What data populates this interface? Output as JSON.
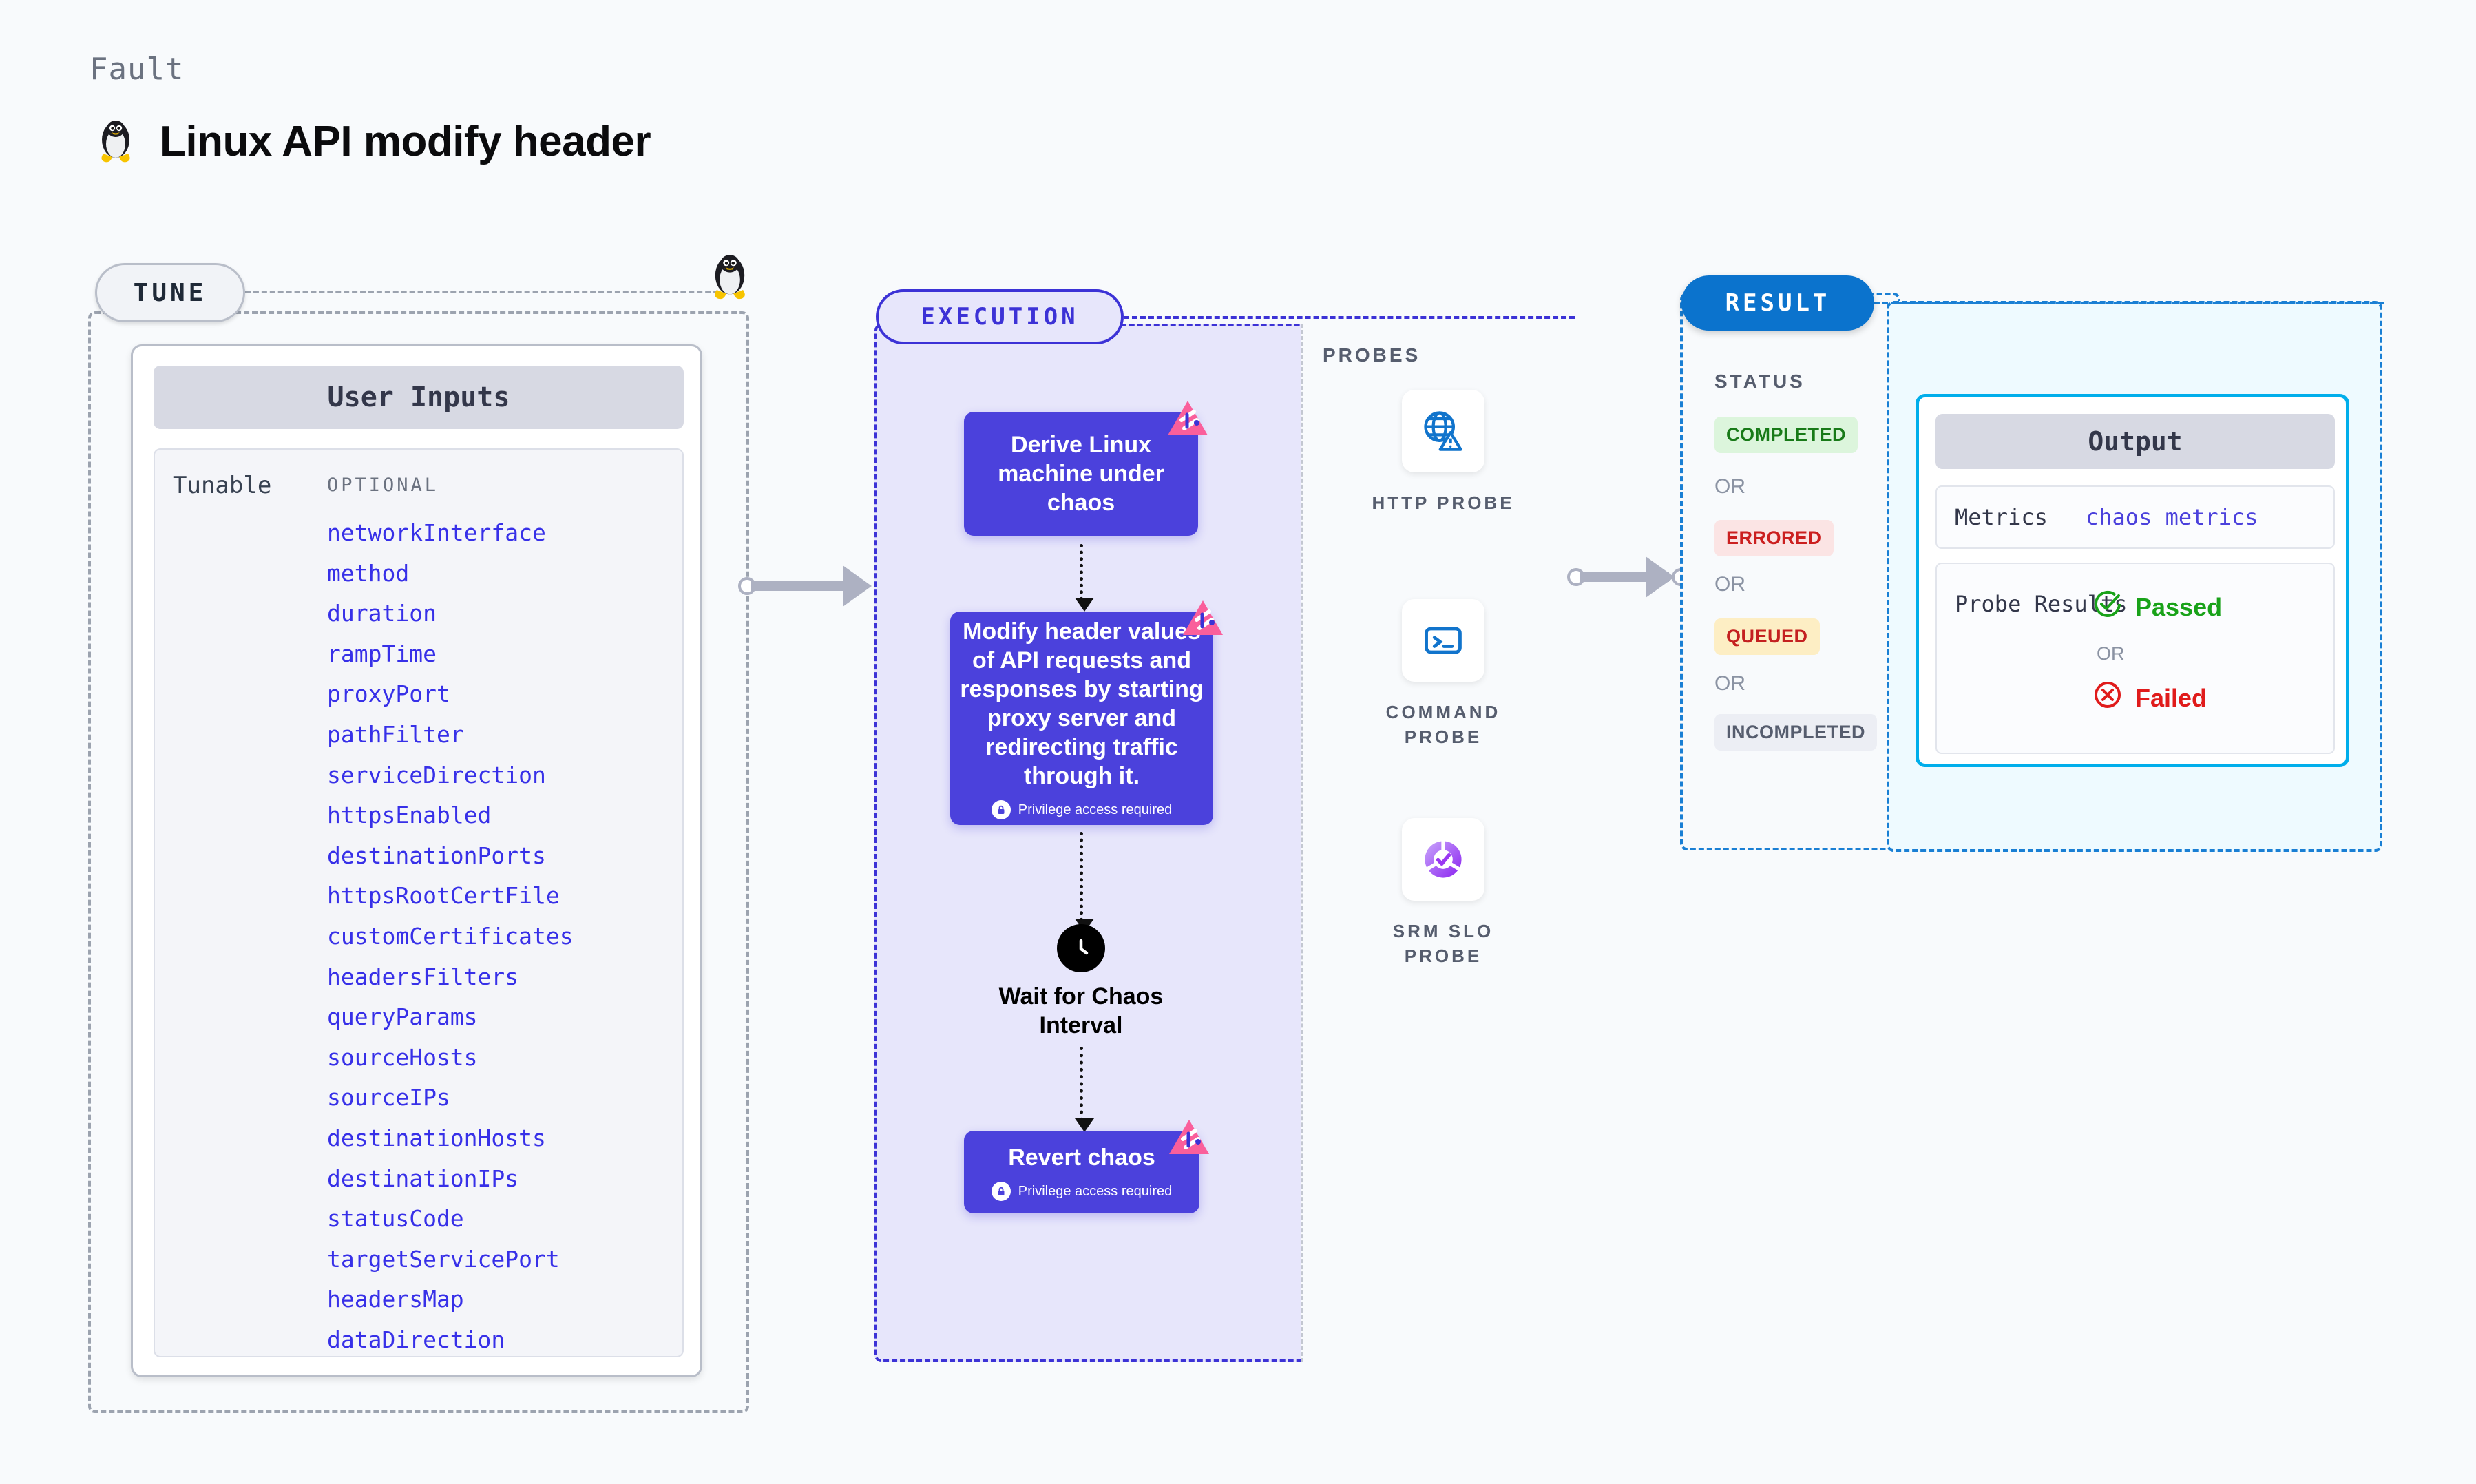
{
  "header": {
    "eyebrow": "Fault",
    "title": "Linux API modify header",
    "os_icon": "linux-penguin-icon"
  },
  "tune": {
    "pill_label": "TUNE",
    "card_title": "User Inputs",
    "tunable_label": "Tunable",
    "optional_label": "OPTIONAL",
    "params": [
      "networkInterface",
      "method",
      "duration",
      "rampTime",
      "proxyPort",
      "pathFilter",
      "serviceDirection",
      "httpsEnabled",
      "destinationPorts",
      "httpsRootCertFile",
      "customCertificates",
      "headersFilters",
      "queryParams",
      "sourceHosts",
      "sourceIPs",
      "destinationHosts",
      "destinationIPs",
      "statusCode",
      "targetServicePort",
      "headersMap",
      "dataDirection"
    ]
  },
  "execution": {
    "pill_label": "EXECUTION",
    "nodes": [
      {
        "text": "Derive Linux machine under chaos",
        "privilege": null
      },
      {
        "text": "Modify header values of API requests and responses by starting proxy server and redirecting traffic through it.",
        "privilege": "Privilege access required"
      },
      {
        "text": "Revert chaos",
        "privilege": "Privilege access required"
      }
    ],
    "wait_label": "Wait for Chaos Interval",
    "probes": {
      "title": "PROBES",
      "items": [
        {
          "label": "HTTP PROBE",
          "icon": "globe-warning-icon"
        },
        {
          "label": "COMMAND PROBE",
          "icon": "terminal-icon"
        },
        {
          "label": "SRM SLO PROBE",
          "icon": "slo-gauge-check-icon"
        }
      ]
    }
  },
  "result": {
    "pill_label": "RESULT",
    "status_label": "STATUS",
    "or_label": "OR",
    "statuses": [
      {
        "label": "COMPLETED",
        "bg": "#dcf5dc",
        "fg": "#187a18"
      },
      {
        "label": "ERRORED",
        "bg": "#fbe4e4",
        "fg": "#cb1f1f"
      },
      {
        "label": "QUEUED",
        "bg": "#fdeec4",
        "fg": "#c42020"
      },
      {
        "label": "INCOMPLETED",
        "bg": "#eceef4",
        "fg": "#565d6e"
      }
    ]
  },
  "output": {
    "card_title": "Output",
    "metrics_label": "Metrics",
    "metrics_value": "chaos metrics",
    "probe_results_label": "Probe Results",
    "verdict_passed": "Passed",
    "verdict_failed": "Failed",
    "or_label": "OR"
  },
  "colors": {
    "purple": "#4b41dc",
    "purple_border": "#3c32d6",
    "blue": "#0b73cd",
    "cyan": "#00aeeb",
    "pink": "#fa5f9b",
    "param_blue": "#3730e8"
  }
}
